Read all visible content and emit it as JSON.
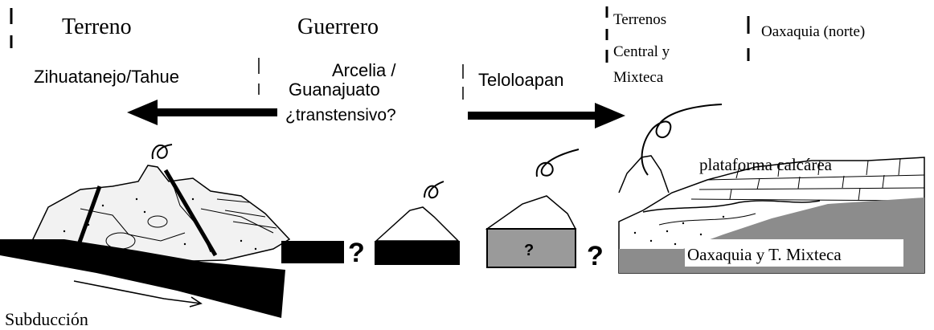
{
  "headings": {
    "terreno": "Terreno",
    "guerrero": "Guerrero",
    "terrenos_line1": "Terrenos",
    "terrenos_line2": "Central y",
    "terrenos_line3": "Mixteca",
    "oaxaquia_norte": "Oaxaquia (norte)"
  },
  "subterranes": {
    "zihuatanejo": "Zihuatanejo/Tahue",
    "arcelia_line1": "Arcelia /",
    "arcelia_line2": "Guanajuato",
    "transtensivo": "¿transtensivo?",
    "teloloapan": "Teloloapan"
  },
  "labels": {
    "plataforma": "plataforma calcárea",
    "basement": "Oaxaquia y T. Mixteca",
    "subduccion": "Subducción",
    "question_mark": "?"
  },
  "colors": {
    "ink": "#000000",
    "gray_fill": "#9a9a9a",
    "basement_fill": "#8c8c8c",
    "background": "#ffffff"
  }
}
